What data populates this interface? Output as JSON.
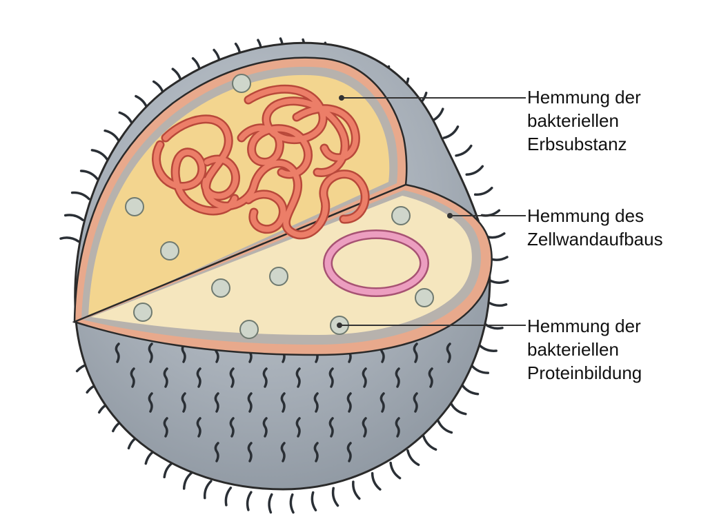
{
  "annotations": [
    {
      "id": "dna",
      "lines": [
        "Hemmung der",
        "bakteriellen",
        "Erbsubstanz"
      ]
    },
    {
      "id": "wall",
      "lines": [
        "Hemmung des",
        "Zellwandaufbaus"
      ]
    },
    {
      "id": "protein",
      "lines": [
        "Hemmung der",
        "bakteriellen",
        "Proteinbildung"
      ]
    }
  ],
  "colors": {
    "capsule": "#9aa3ad",
    "wall_outer": "#e8a98c",
    "membrane": "#b7b2ad",
    "cytoplasm_back": "#f3d58f",
    "cytoplasm_front": "#f5e6be",
    "dna": "#e9735f",
    "plasmid": "#e39ab4",
    "ribosome": "#c9d1c4"
  }
}
